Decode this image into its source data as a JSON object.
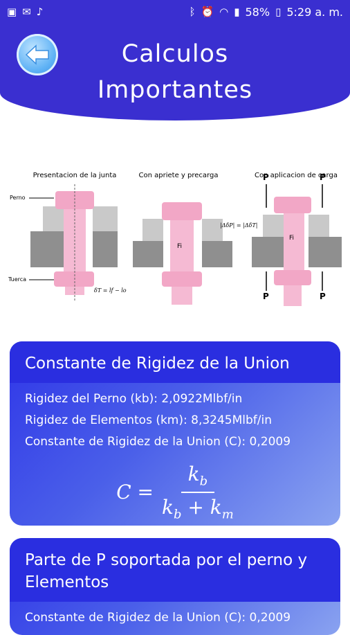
{
  "status_bar": {
    "left_icons": [
      "image-icon",
      "mail-icon",
      "music-icon"
    ],
    "right_icons": [
      "bluetooth-icon",
      "alarm-icon",
      "wifi-icon",
      "signal-icon"
    ],
    "battery": "58%",
    "time": "5:29 a. m."
  },
  "header": {
    "title_line1": "Calculos",
    "title_line2": "Importantes"
  },
  "diagram": {
    "label1": "Presentacion de la junta",
    "label2": "Con apriete y precarga",
    "label3": "Con aplicacion de carga",
    "perno": "Perno",
    "tuerca": "Tuerca",
    "fi": "Fi",
    "p": "P"
  },
  "card1": {
    "title": "Constante de Rigidez de la Union",
    "lines": [
      "Rigidez del Perno (kb): 2,0922Mlbf/in",
      "Rigidez de Elementos (km): 8,3245Mlbf/in",
      "Constante de Rigidez de la Union (C): 0,2009"
    ]
  },
  "card2": {
    "title": "Parte de P soportada por el perno y Elementos",
    "line": "Constante de Rigidez de la Union (C): 0,2009"
  },
  "colors": {
    "primary": "#3a2fd0",
    "card_start": "#2f36e8",
    "card_end": "#8aa3f0",
    "bolt_pink": "#f2a7c6"
  }
}
